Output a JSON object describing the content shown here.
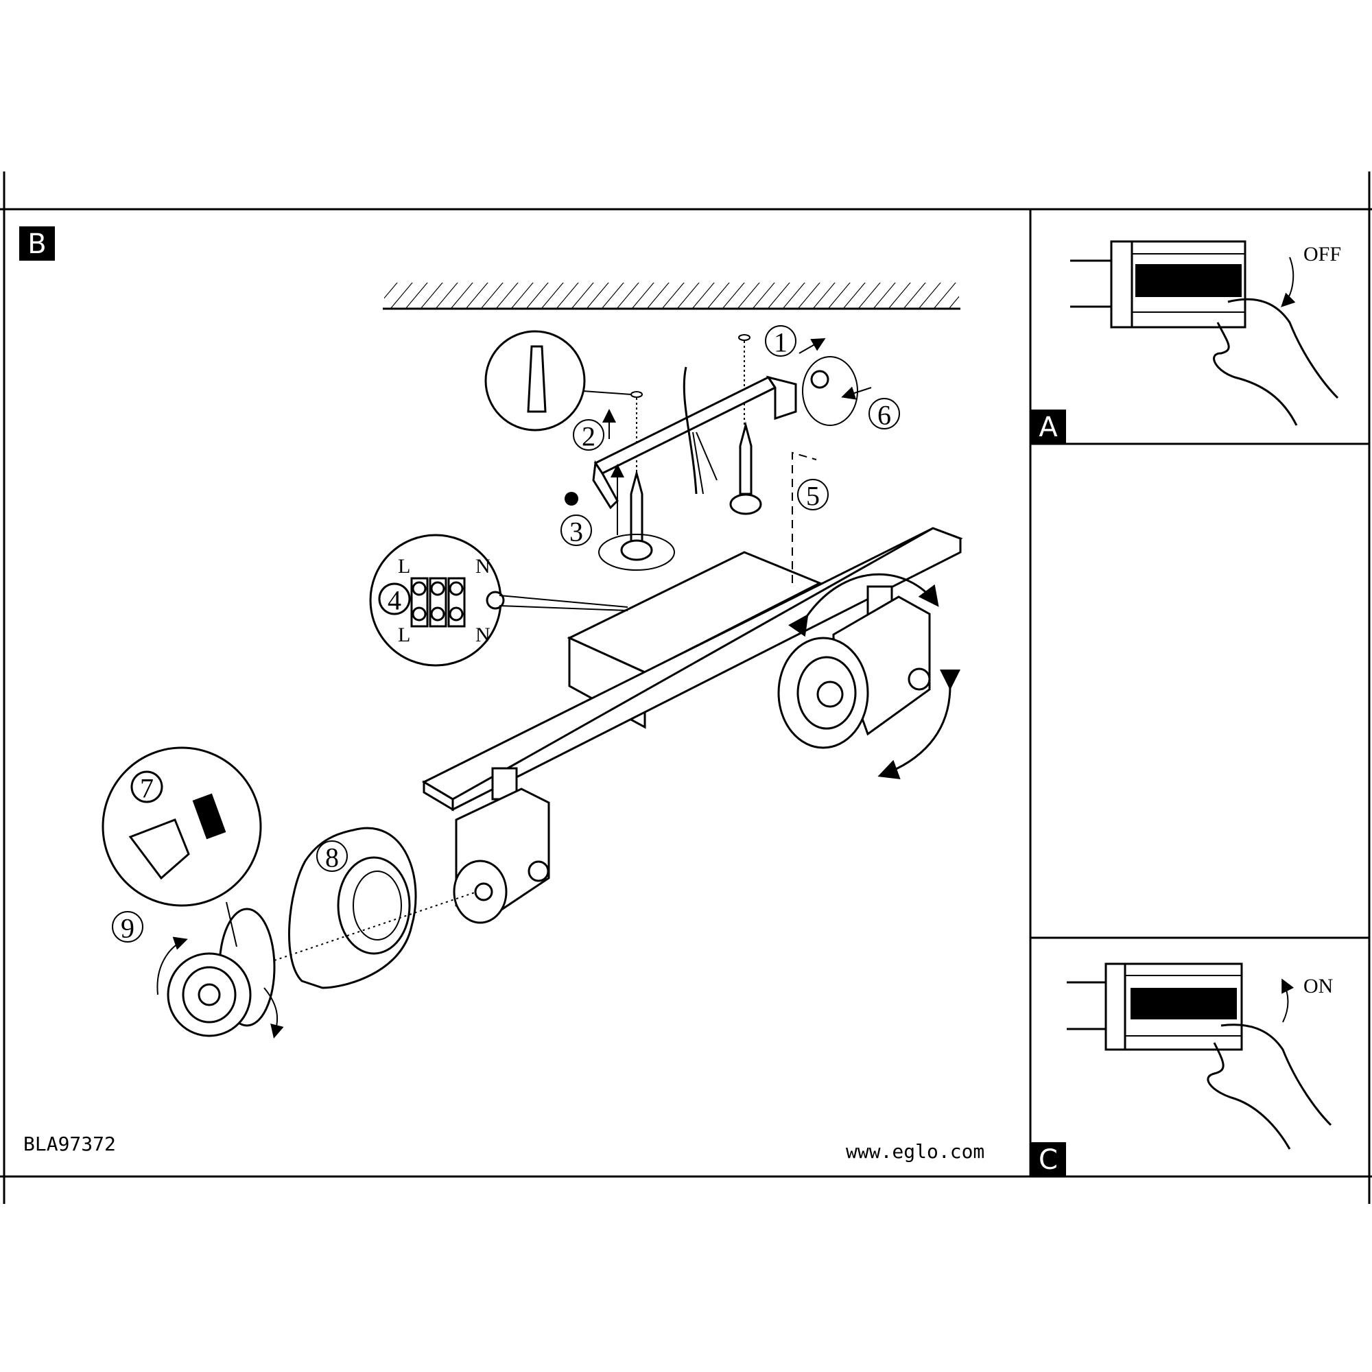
{
  "panels": {
    "B": {
      "label": "B"
    },
    "A": {
      "label": "A",
      "switch_state": "OFF"
    },
    "C": {
      "label": "C",
      "switch_state": "ON"
    }
  },
  "steps": [
    "1",
    "2",
    "3",
    "4",
    "5",
    "6",
    "7",
    "8",
    "9"
  ],
  "terminal": {
    "top_left": "L",
    "top_right": "N",
    "bottom_left": "L",
    "bottom_right": "N"
  },
  "footer": {
    "model": "BLA97372",
    "website": "www.eglo.com"
  }
}
